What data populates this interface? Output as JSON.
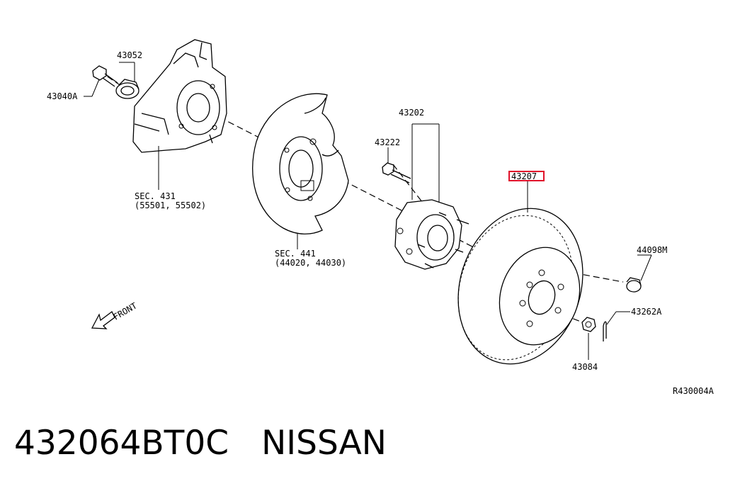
{
  "diagram": {
    "labels": {
      "p43052": "43052",
      "p43040a": "43040A",
      "sec431_title": "SEC. 431",
      "sec431_sub": "(55501, 55502)",
      "sec441_title": "SEC. 441",
      "sec441_sub": "(44020, 44030)",
      "p43202": "43202",
      "p43222": "43222",
      "p43206_highlight": "43207",
      "p44098m": "44098M",
      "p43262a": "43262A",
      "p43084": "43084",
      "front": "FRONT",
      "ref_code": "R430004A"
    },
    "colors": {
      "highlight": "#e0102a",
      "ink": "#000000"
    }
  },
  "caption": {
    "part_number": "432064BT0C",
    "brand": "NISSAN"
  }
}
